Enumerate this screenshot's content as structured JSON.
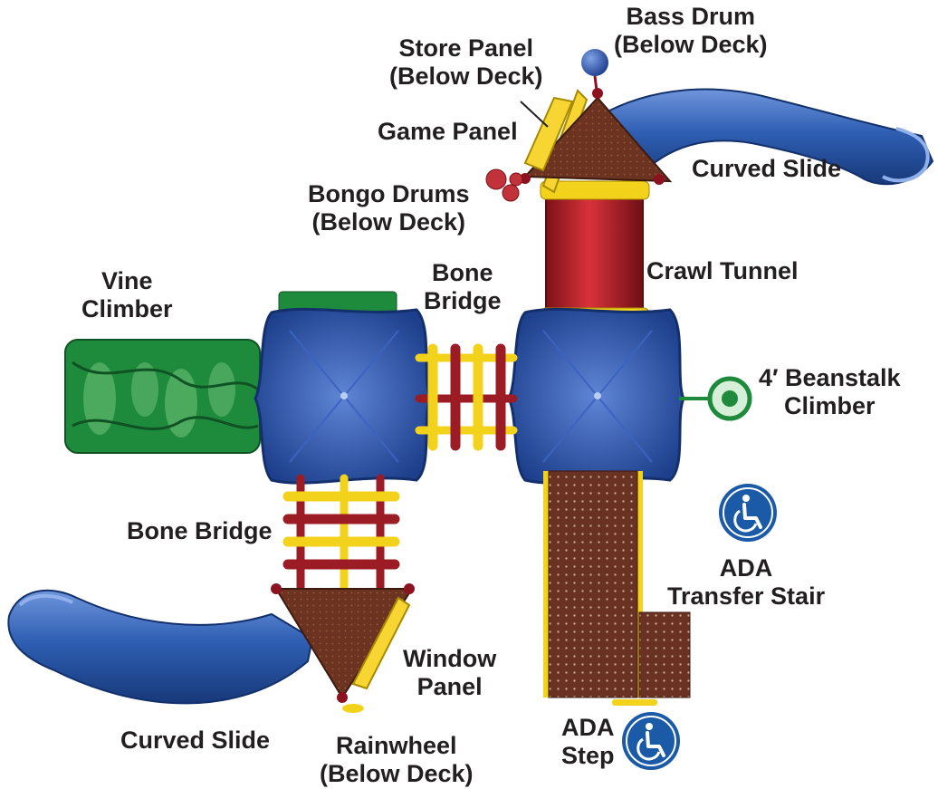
{
  "labels": {
    "bass_drum": [
      "Bass Drum",
      "(Below Deck)"
    ],
    "store_panel": [
      "Store Panel",
      "(Below Deck)"
    ],
    "game_panel": [
      "Game Panel"
    ],
    "bongo_drums": [
      "Bongo Drums",
      "(Below Deck)"
    ],
    "curved_slide_top": [
      "Curved Slide"
    ],
    "crawl_tunnel": [
      "Crawl Tunnel"
    ],
    "vine_climber": [
      "Vine",
      "Climber"
    ],
    "bone_bridge_top": [
      "Bone",
      "Bridge"
    ],
    "beanstalk_climber": [
      "4′ Beanstalk",
      "Climber"
    ],
    "bone_bridge_bottom": [
      "Bone Bridge"
    ],
    "ada_transfer_stair": [
      "ADA",
      "Transfer Stair"
    ],
    "window_panel": [
      "Window",
      "Panel"
    ],
    "curved_slide_bottom": [
      "Curved Slide"
    ],
    "rainwheel": [
      "Rainwheel",
      "(Below Deck)"
    ],
    "ada_step": [
      "ADA",
      "Step"
    ]
  },
  "icons": {
    "accessibility": "wheelchair-icon"
  },
  "colors": {
    "deck_blue": "#2b57a8",
    "slide_blue": "#2f5fb3",
    "vine_green": "#1e8a3c",
    "roof_brown": "#6b3320",
    "tunnel_red": "#b3252b",
    "bridge_red": "#9c1c25",
    "bridge_yellow": "#f3d21c",
    "panel_yellow": "#f7d633",
    "stair_brown": "#6a3222",
    "ada_blue": "#1a5aa6",
    "label_text": "#231f20"
  }
}
